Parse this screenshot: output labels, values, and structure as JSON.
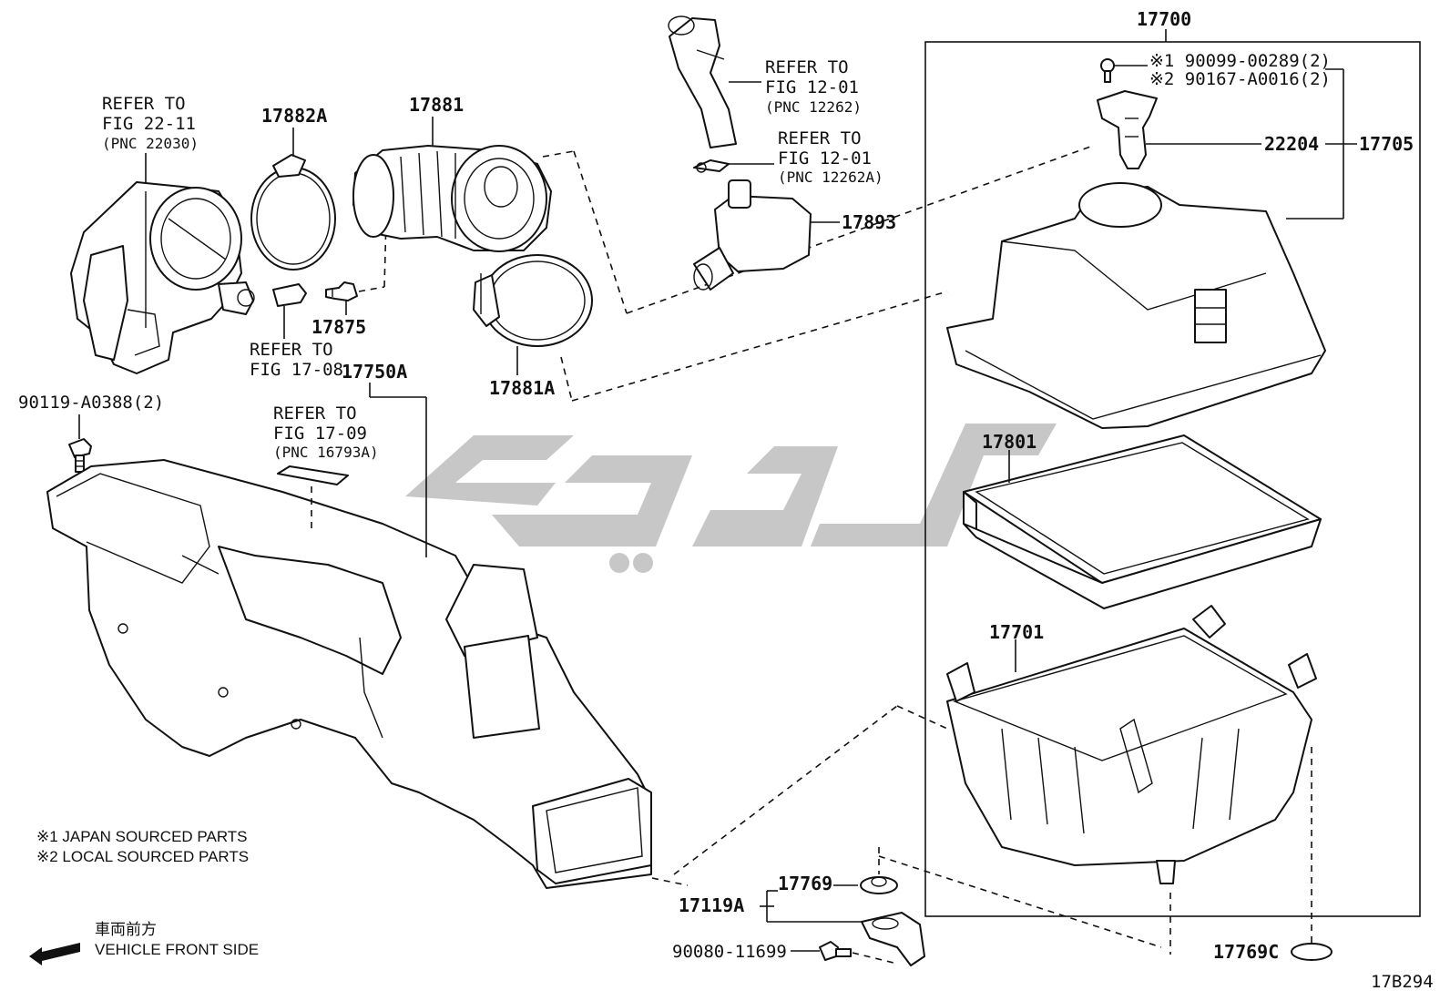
{
  "diagram": {
    "title_pnc": "17700",
    "figure_id": "17B294",
    "labels": {
      "throttle_refer": [
        "REFER TO",
        "FIG 22-11",
        "(PNC 22030)"
      ],
      "clamp_a": "17882A",
      "hose_17881": "17881",
      "hose_refer_top": [
        "REFER TO",
        "FIG 12-01",
        "(PNC 12262)"
      ],
      "hose_refer_mid": [
        "REFER TO",
        "FIG 12-01",
        "(PNC 12262A)"
      ],
      "resonator": "17893",
      "screw_17875": "17875",
      "refer_1708": [
        "REFER TO",
        "FIG 17-08"
      ],
      "duct": "17750A",
      "clamp_17881a": "17881A",
      "bolt": "90119-A0388(2)",
      "refer_1709": [
        "REFER TO",
        "FIG 17-09",
        "(PNC 16793A)"
      ],
      "screw_note1": "※1 90099-00289(2)",
      "screw_note2": "※2 90167-A0016(2)",
      "sensor": "22204",
      "cap_sub": "17705",
      "filter": "17801",
      "case": "17701",
      "insulator": "17769",
      "bracket": "17119A",
      "bolt_bracket": "90080-11699",
      "insulator_c": "17769C"
    },
    "notes": {
      "note1": "※1 JAPAN SOURCED PARTS",
      "note2": "※2 LOCAL SOURCED PARTS"
    },
    "direction": {
      "kanji": "車両前方",
      "text": "VEHICLE FRONT SIDE"
    }
  },
  "colors": {
    "line": "#111111",
    "watermark": "#bdbdbd",
    "background": "#ffffff"
  }
}
